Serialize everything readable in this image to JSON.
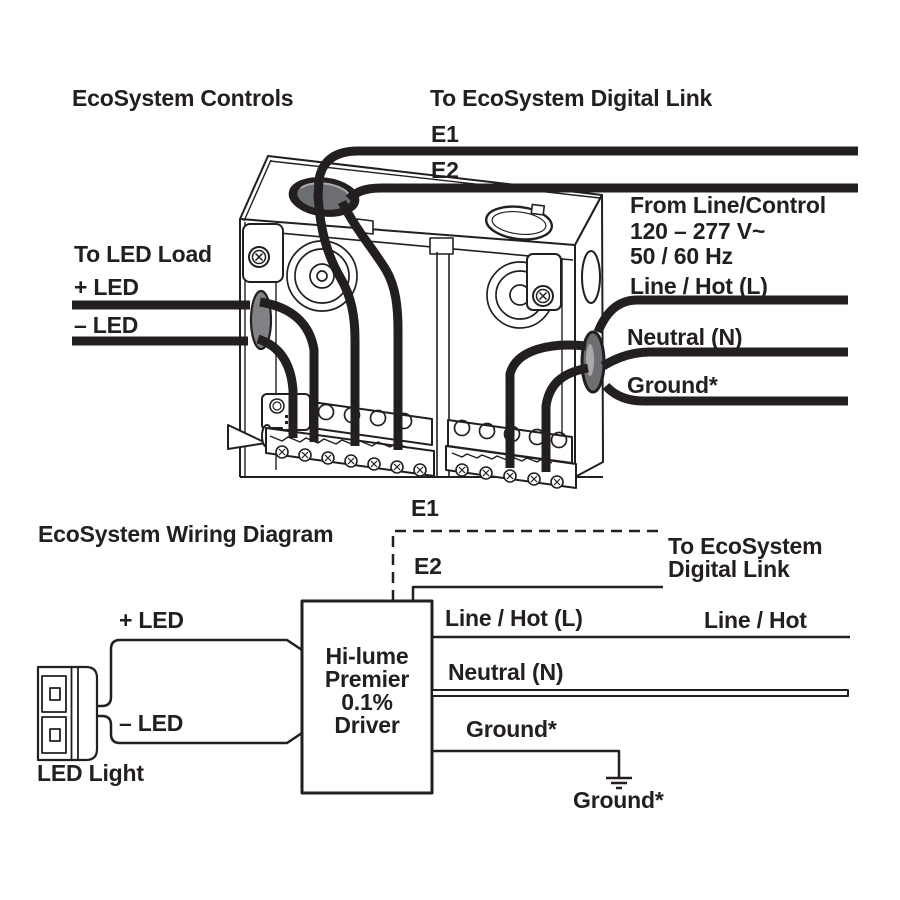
{
  "colors": {
    "ink": "#231f20",
    "gray_dark": "#6d6e71",
    "gray_mid": "#808285",
    "gray_light": "#a7a9ac",
    "background": "#ffffff"
  },
  "icons": {
    "ground_symbol": "earth-ground-symbol",
    "led_connector": "led-light-connector-symbol"
  },
  "top": {
    "title": "EcoSystem Controls",
    "digital_link": "To EcoSystem Digital Link",
    "e1": "E1",
    "e2": "E2",
    "supply": [
      "From Line/Control",
      "120 – 277 V~",
      "50 / 60 Hz"
    ],
    "line_hot": "Line / Hot (L)",
    "neutral": "Neutral (N)",
    "ground": "Ground*",
    "led_load": "To LED Load",
    "led_plus": "+ LED",
    "led_minus": "– LED"
  },
  "bottom": {
    "title": "EcoSystem Wiring Diagram",
    "e1": "E1",
    "e2": "E2",
    "digital_link": [
      "To EcoSystem",
      "Digital Link"
    ],
    "driver": [
      "Hi-lume",
      "Premier",
      "0.1%",
      "Driver"
    ],
    "led_plus": "+ LED",
    "led_minus": "– LED",
    "led_light": "LED Light",
    "line_hot_driver": "Line / Hot (L)",
    "line_hot_supply": "Line / Hot",
    "neutral": "Neutral (N)",
    "ground_wire": "Ground*",
    "ground_earth": "Ground*"
  }
}
